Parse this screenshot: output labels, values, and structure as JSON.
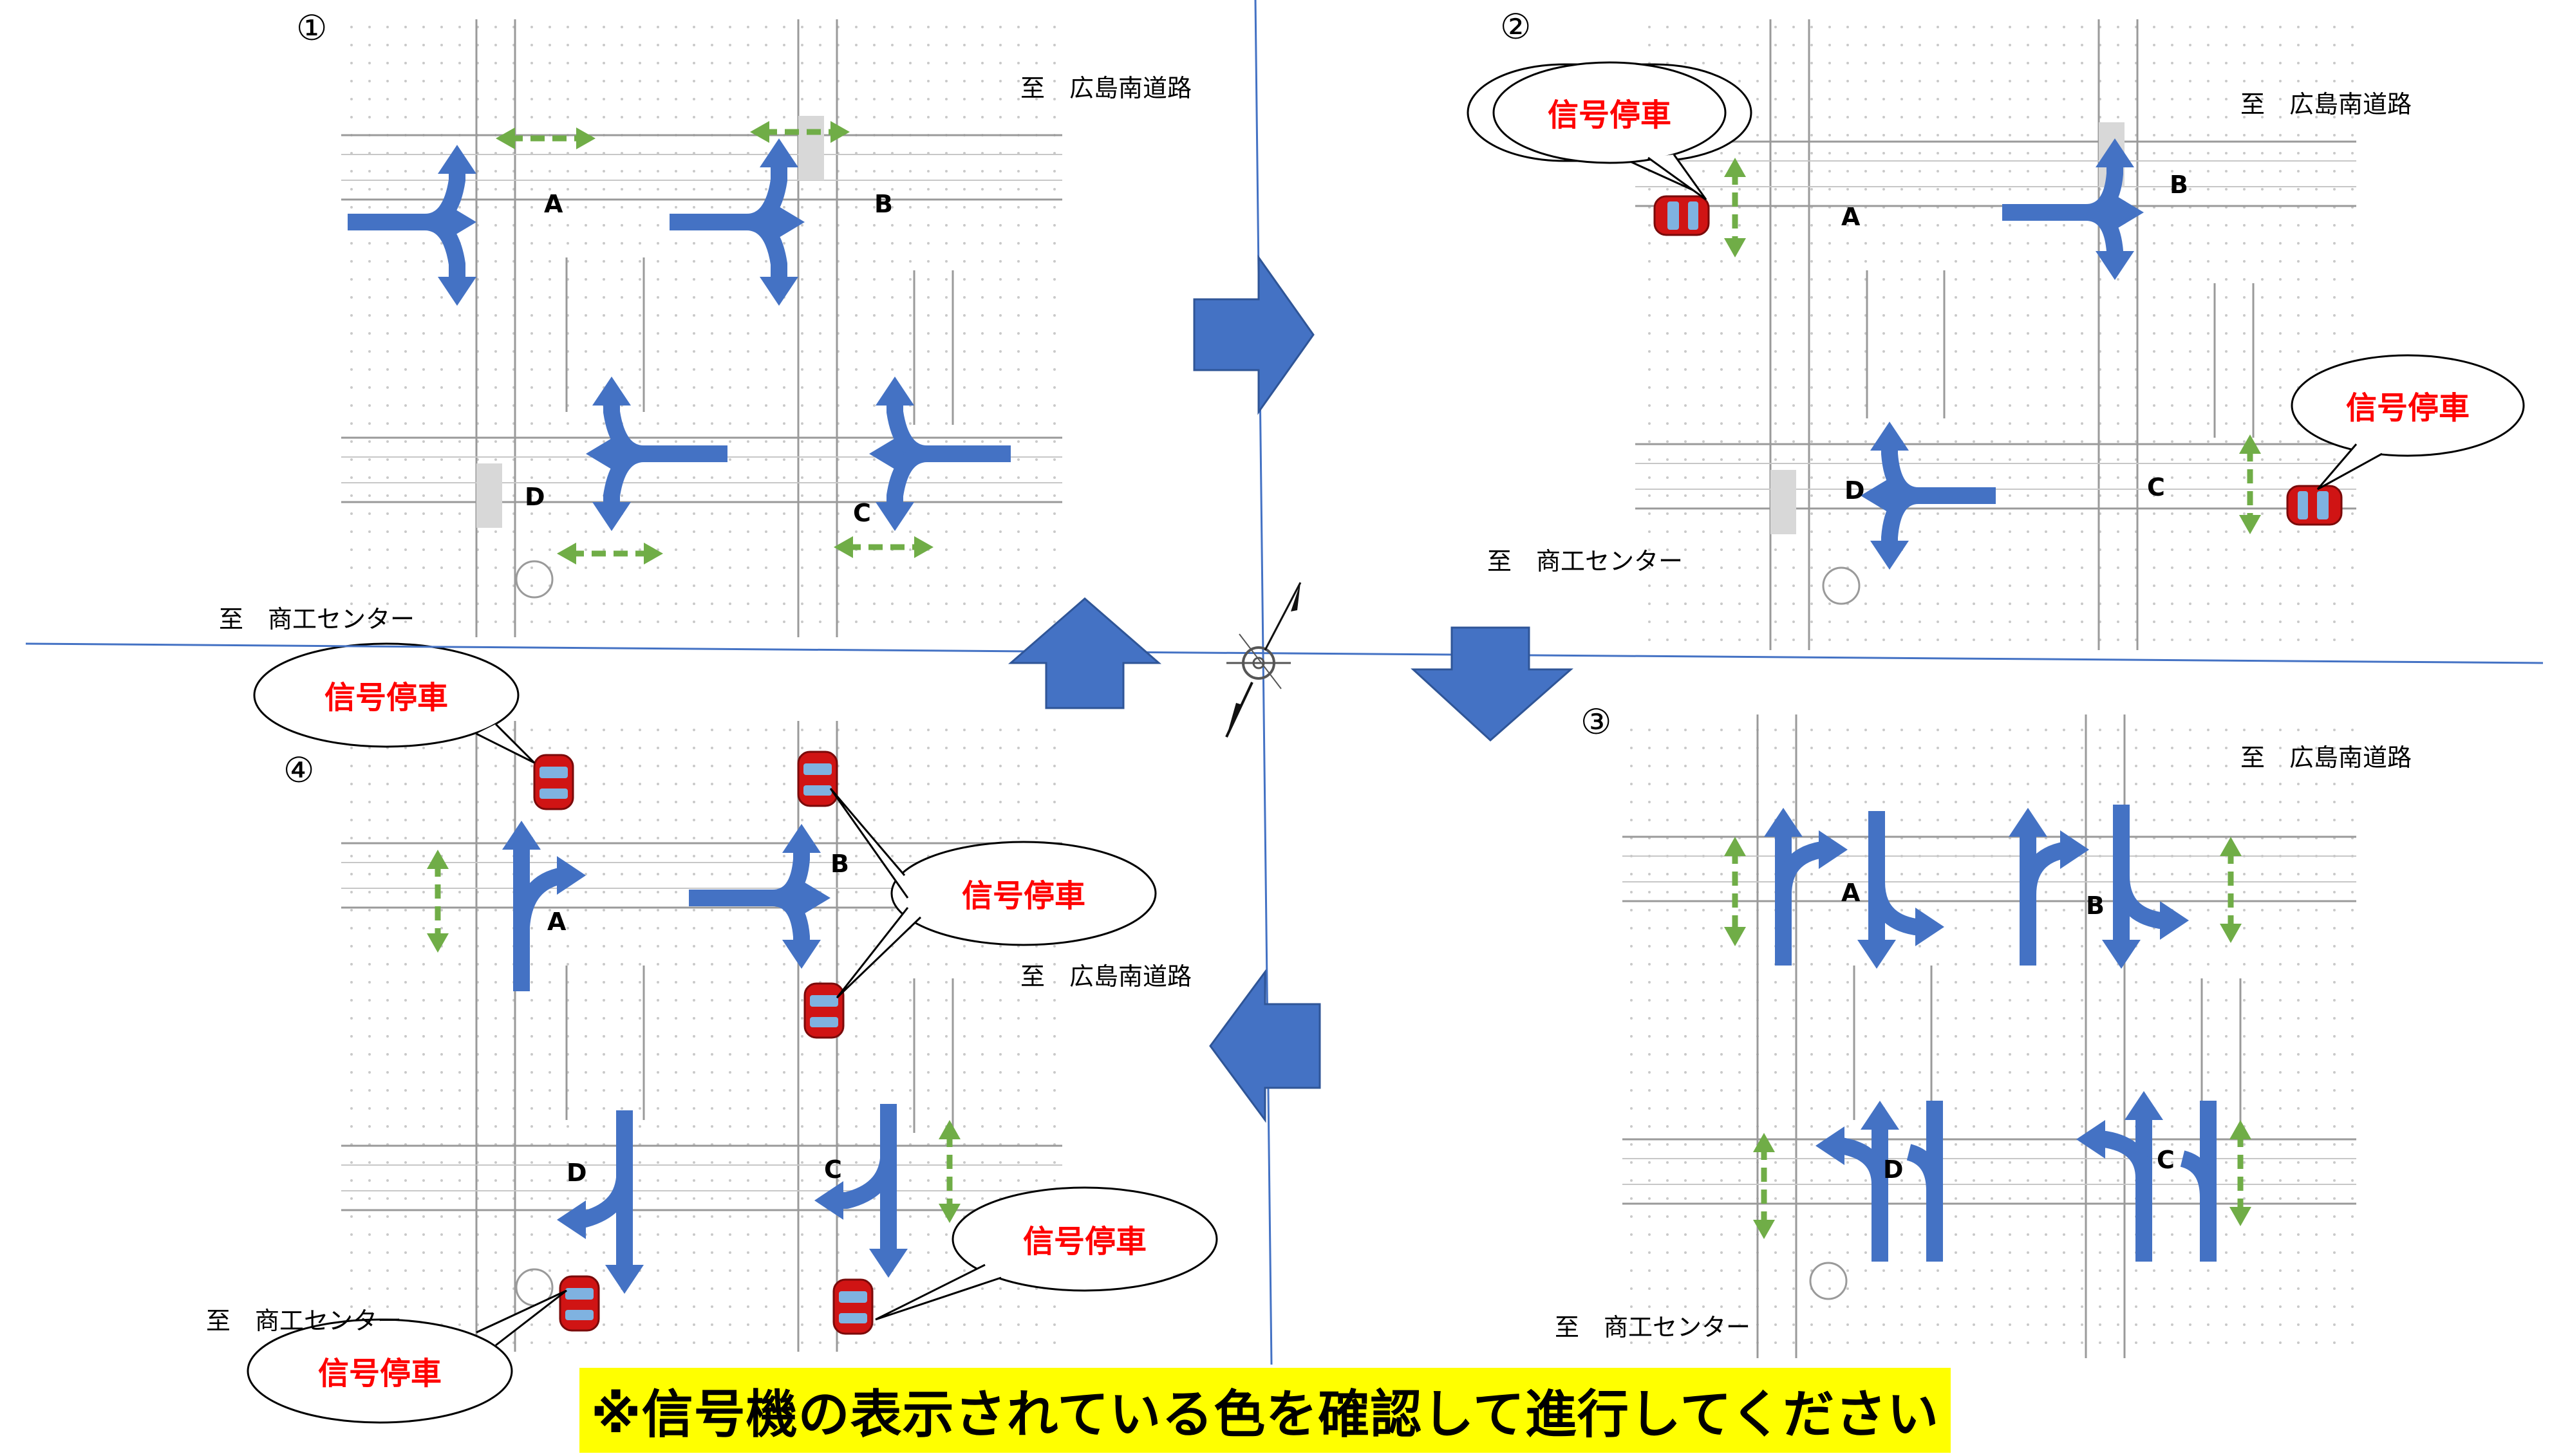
{
  "panels": [
    {
      "number": "①",
      "letters": [
        "A",
        "B",
        "C",
        "D"
      ],
      "to_north": "至　広島南道路",
      "to_south": "至　商工センター"
    },
    {
      "number": "②",
      "letters": [
        "A",
        "B",
        "C",
        "D"
      ],
      "to_north": "至　広島南道路",
      "to_south": "至　商工センター",
      "bubbles": [
        "信号停車",
        "信号停車"
      ]
    },
    {
      "number": "③",
      "letters": [
        "A",
        "B",
        "C",
        "D"
      ],
      "to_north": "至　広島南道路",
      "to_south": "至　商工センター"
    },
    {
      "number": "④",
      "letters": [
        "A",
        "B",
        "C",
        "D"
      ],
      "to_north": "至　広島南道路",
      "to_south": "至　商工センター",
      "bubbles": [
        "信号停車",
        "信号停車",
        "信号停車",
        "信号停車"
      ]
    }
  ],
  "note": "※信号機の表示されている色を確認して進行してください",
  "colors": {
    "arrow": "#4472c4",
    "ped": "#70ad47",
    "stop_text": "#ff0000",
    "car": "#d01414",
    "note_bg": "#ffff00",
    "axis": "#4472c4"
  }
}
